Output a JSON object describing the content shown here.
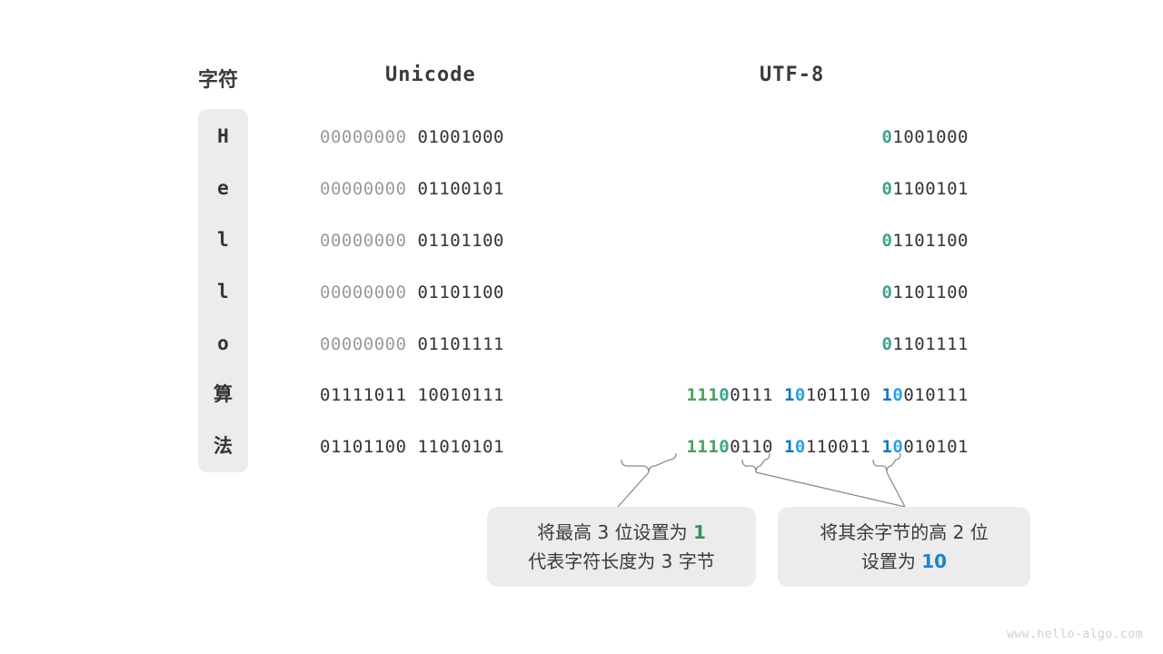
{
  "headers": {
    "char": "字符",
    "unicode": "Unicode",
    "utf8": "UTF-8"
  },
  "rows": [
    {
      "char": "H",
      "unicode_high": "00000000",
      "unicode_low": "01001000",
      "utf8_plain": "01001000",
      "utf8_prefix": "0",
      "utf8_rest": "1001000"
    },
    {
      "char": "e",
      "unicode_high": "00000000",
      "unicode_low": "01100101",
      "utf8_plain": "01100101",
      "utf8_prefix": "0",
      "utf8_rest": "1100101"
    },
    {
      "char": "l",
      "unicode_high": "00000000",
      "unicode_low": "01101100",
      "utf8_plain": "01101100",
      "utf8_prefix": "0",
      "utf8_rest": "1101100"
    },
    {
      "char": "l",
      "unicode_high": "00000000",
      "unicode_low": "01101100",
      "utf8_plain": "01101100",
      "utf8_prefix": "0",
      "utf8_rest": "1101100"
    },
    {
      "char": "o",
      "unicode_high": "00000000",
      "unicode_low": "01101111",
      "utf8_plain": "01101111",
      "utf8_prefix": "0",
      "utf8_rest": "1101111"
    },
    {
      "char": "算",
      "unicode_high": "01111011",
      "unicode_low": "10010111",
      "utf8_b1_len": "111",
      "utf8_b1_zero": "0",
      "utf8_b1_rest": "0111",
      "utf8_b2_pre1": "1",
      "utf8_b2_pre0": "0",
      "utf8_b2_rest": "101110",
      "utf8_b3_pre1": "1",
      "utf8_b3_pre0": "0",
      "utf8_b3_rest": "010111"
    },
    {
      "char": "法",
      "unicode_high": "01101100",
      "unicode_low": "11010101",
      "utf8_b1_len": "111",
      "utf8_b1_zero": "0",
      "utf8_b1_rest": "0110",
      "utf8_b2_pre1": "1",
      "utf8_b2_pre0": "0",
      "utf8_b2_rest": "110011",
      "utf8_b3_pre1": "1",
      "utf8_b3_pre0": "0",
      "utf8_b3_rest": "010101"
    }
  ],
  "callouts": {
    "first": {
      "line1_a": "将最高 ",
      "line1_b": "3",
      "line1_c": " 位设置为 ",
      "line1_hl": "1",
      "line2": "代表字符长度为 3 字节"
    },
    "second": {
      "line1": "将其余字节的高 2 位",
      "line2_a": "设置为 ",
      "line2_hl": "10"
    }
  },
  "watermark": "www.hello-algo.com",
  "colors": {
    "green": "#4f9e62",
    "teal": "#3aa48c",
    "blue_dark": "#1278be",
    "blue_light": "#2b9fe0",
    "dim": "#9a9a9a",
    "text": "#333333",
    "capsule_bg": "#ececec"
  }
}
